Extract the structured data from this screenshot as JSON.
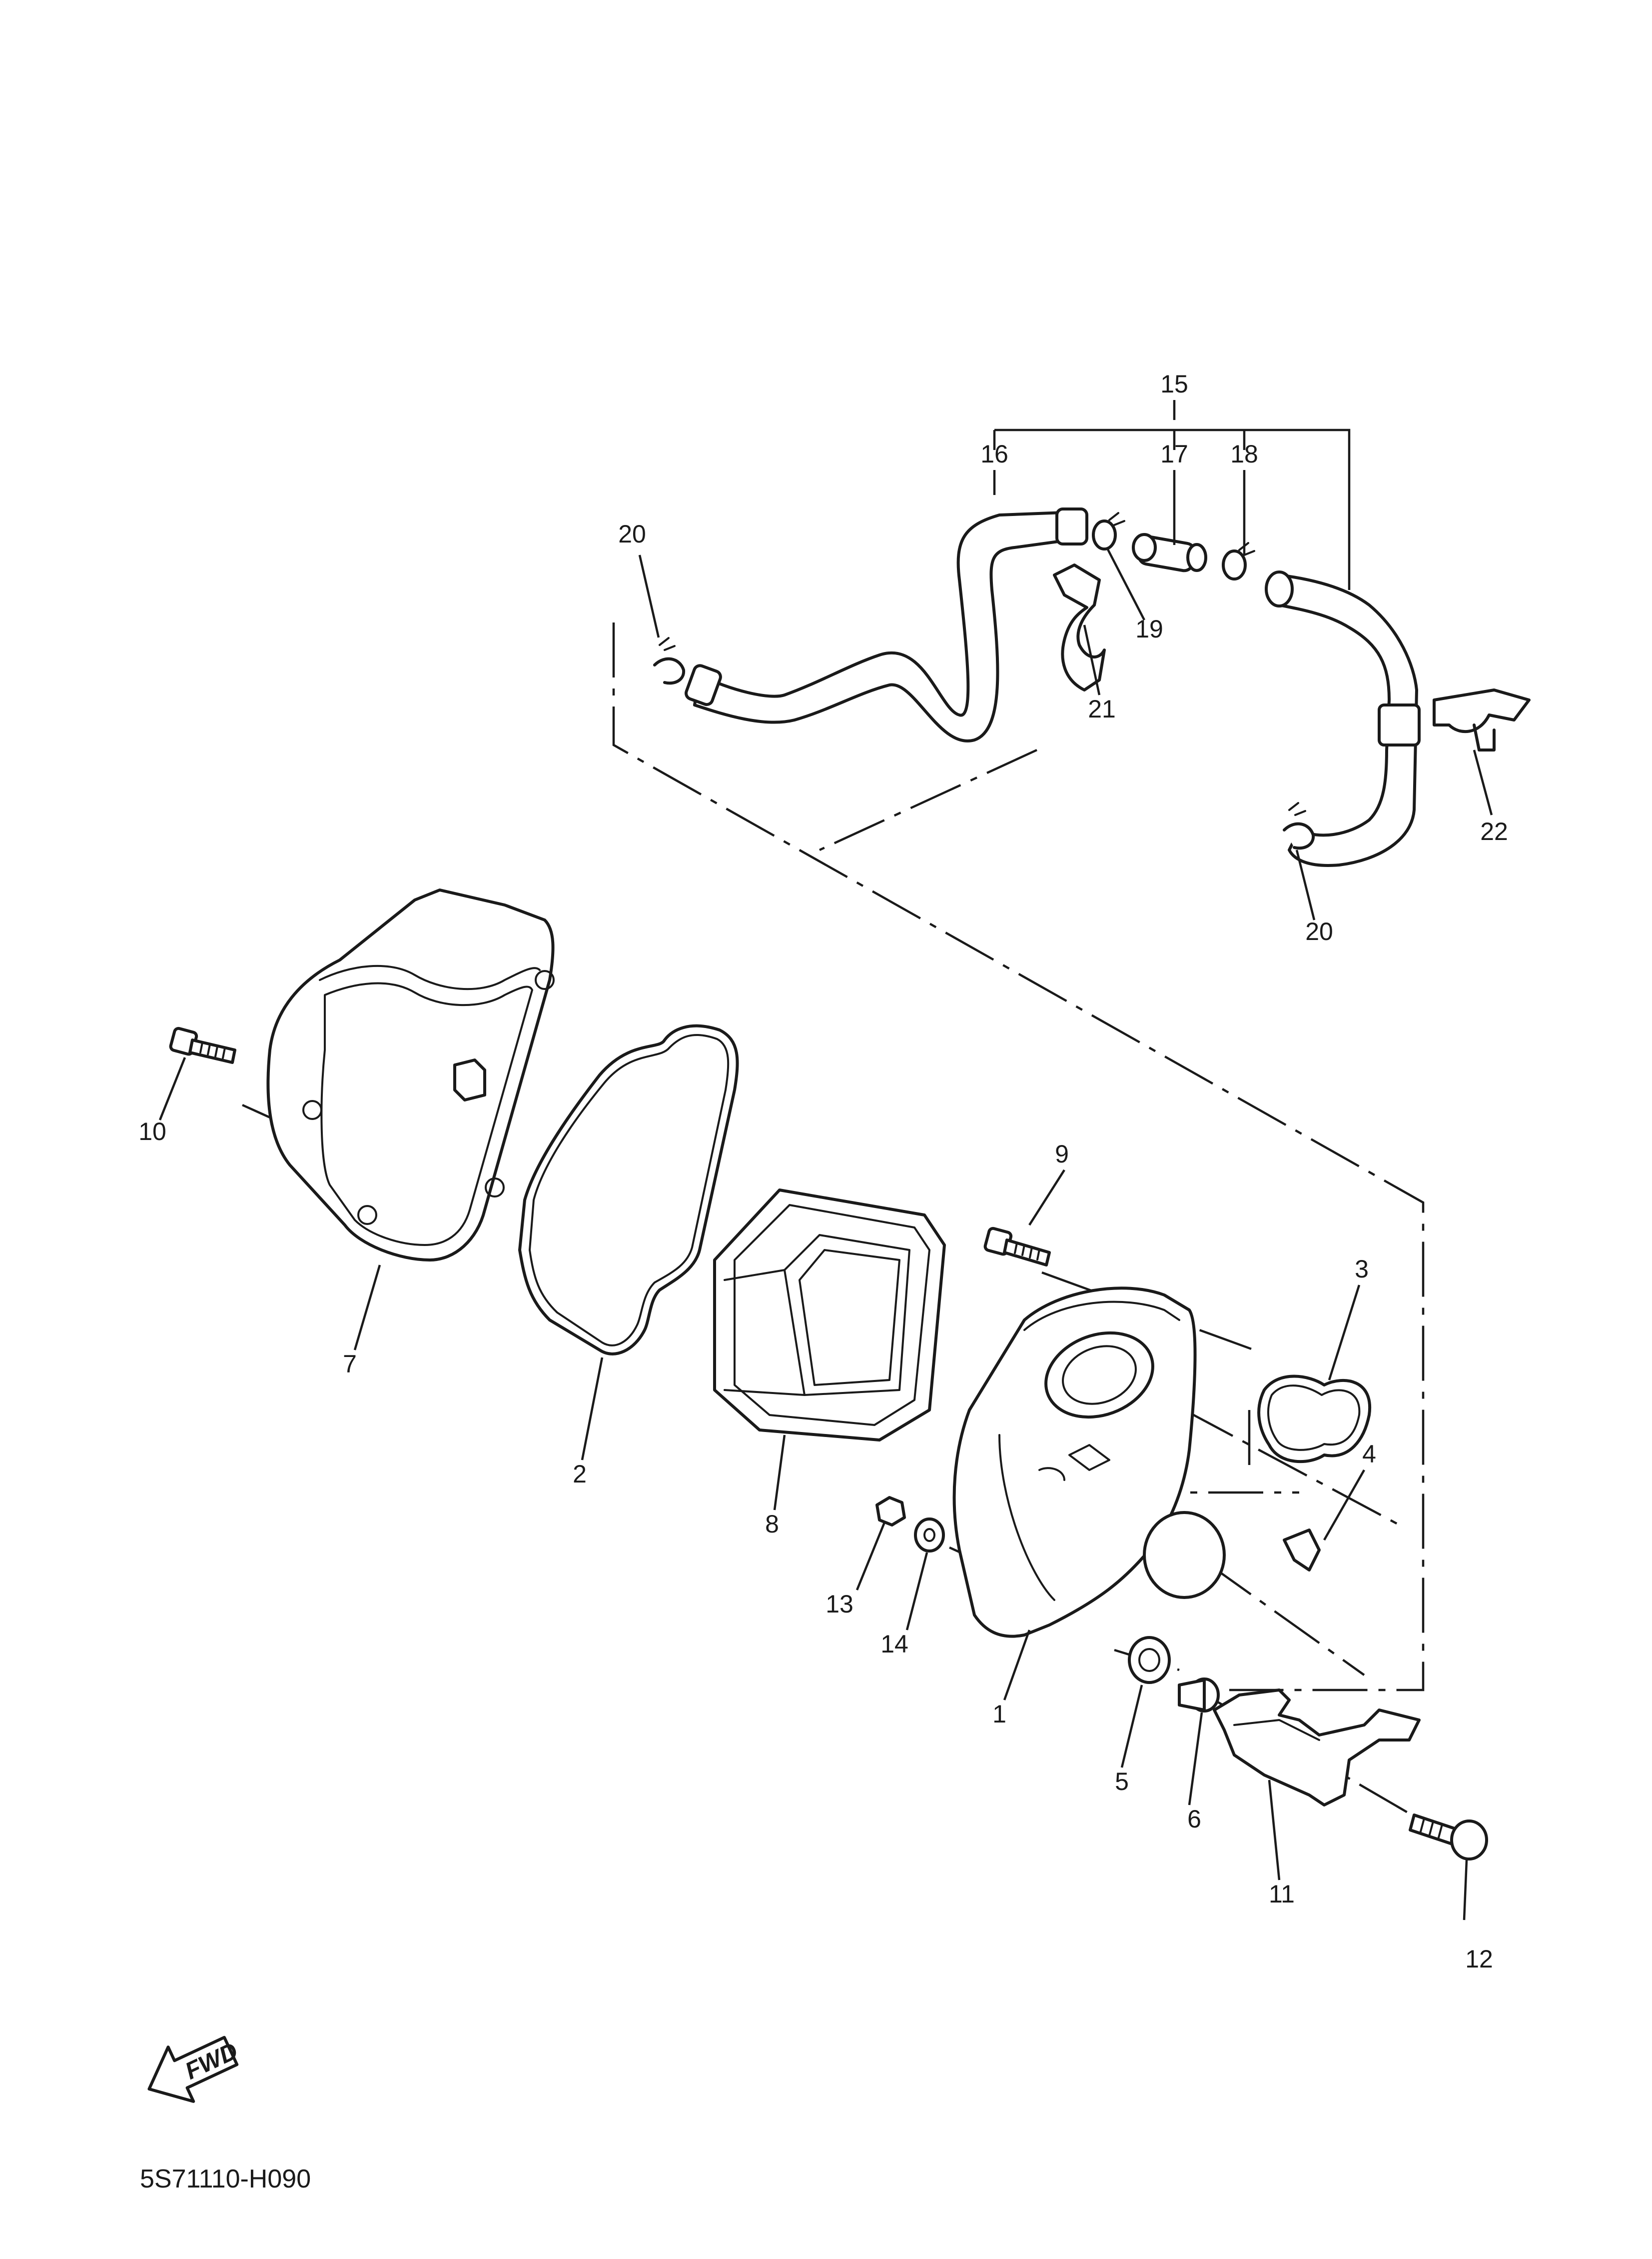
{
  "diagram": {
    "code": "5S71110-H090",
    "fwd_label": "FWD",
    "callouts": [
      {
        "id": "c1",
        "label": "1"
      },
      {
        "id": "c2",
        "label": "2"
      },
      {
        "id": "c3",
        "label": "3"
      },
      {
        "id": "c4",
        "label": "4"
      },
      {
        "id": "c5",
        "label": "5"
      },
      {
        "id": "c6",
        "label": "6"
      },
      {
        "id": "c7",
        "label": "7"
      },
      {
        "id": "c8",
        "label": "8"
      },
      {
        "id": "c9",
        "label": "9"
      },
      {
        "id": "c10",
        "label": "10"
      },
      {
        "id": "c11",
        "label": "11"
      },
      {
        "id": "c12",
        "label": "12"
      },
      {
        "id": "c13",
        "label": "13"
      },
      {
        "id": "c14",
        "label": "14"
      },
      {
        "id": "c15",
        "label": "15"
      },
      {
        "id": "c16",
        "label": "16"
      },
      {
        "id": "c17",
        "label": "17"
      },
      {
        "id": "c18",
        "label": "18"
      },
      {
        "id": "c19",
        "label": "19"
      },
      {
        "id": "c20a",
        "label": "20"
      },
      {
        "id": "c20b",
        "label": "20"
      },
      {
        "id": "c21",
        "label": "21"
      },
      {
        "id": "c22",
        "label": "22"
      }
    ]
  }
}
